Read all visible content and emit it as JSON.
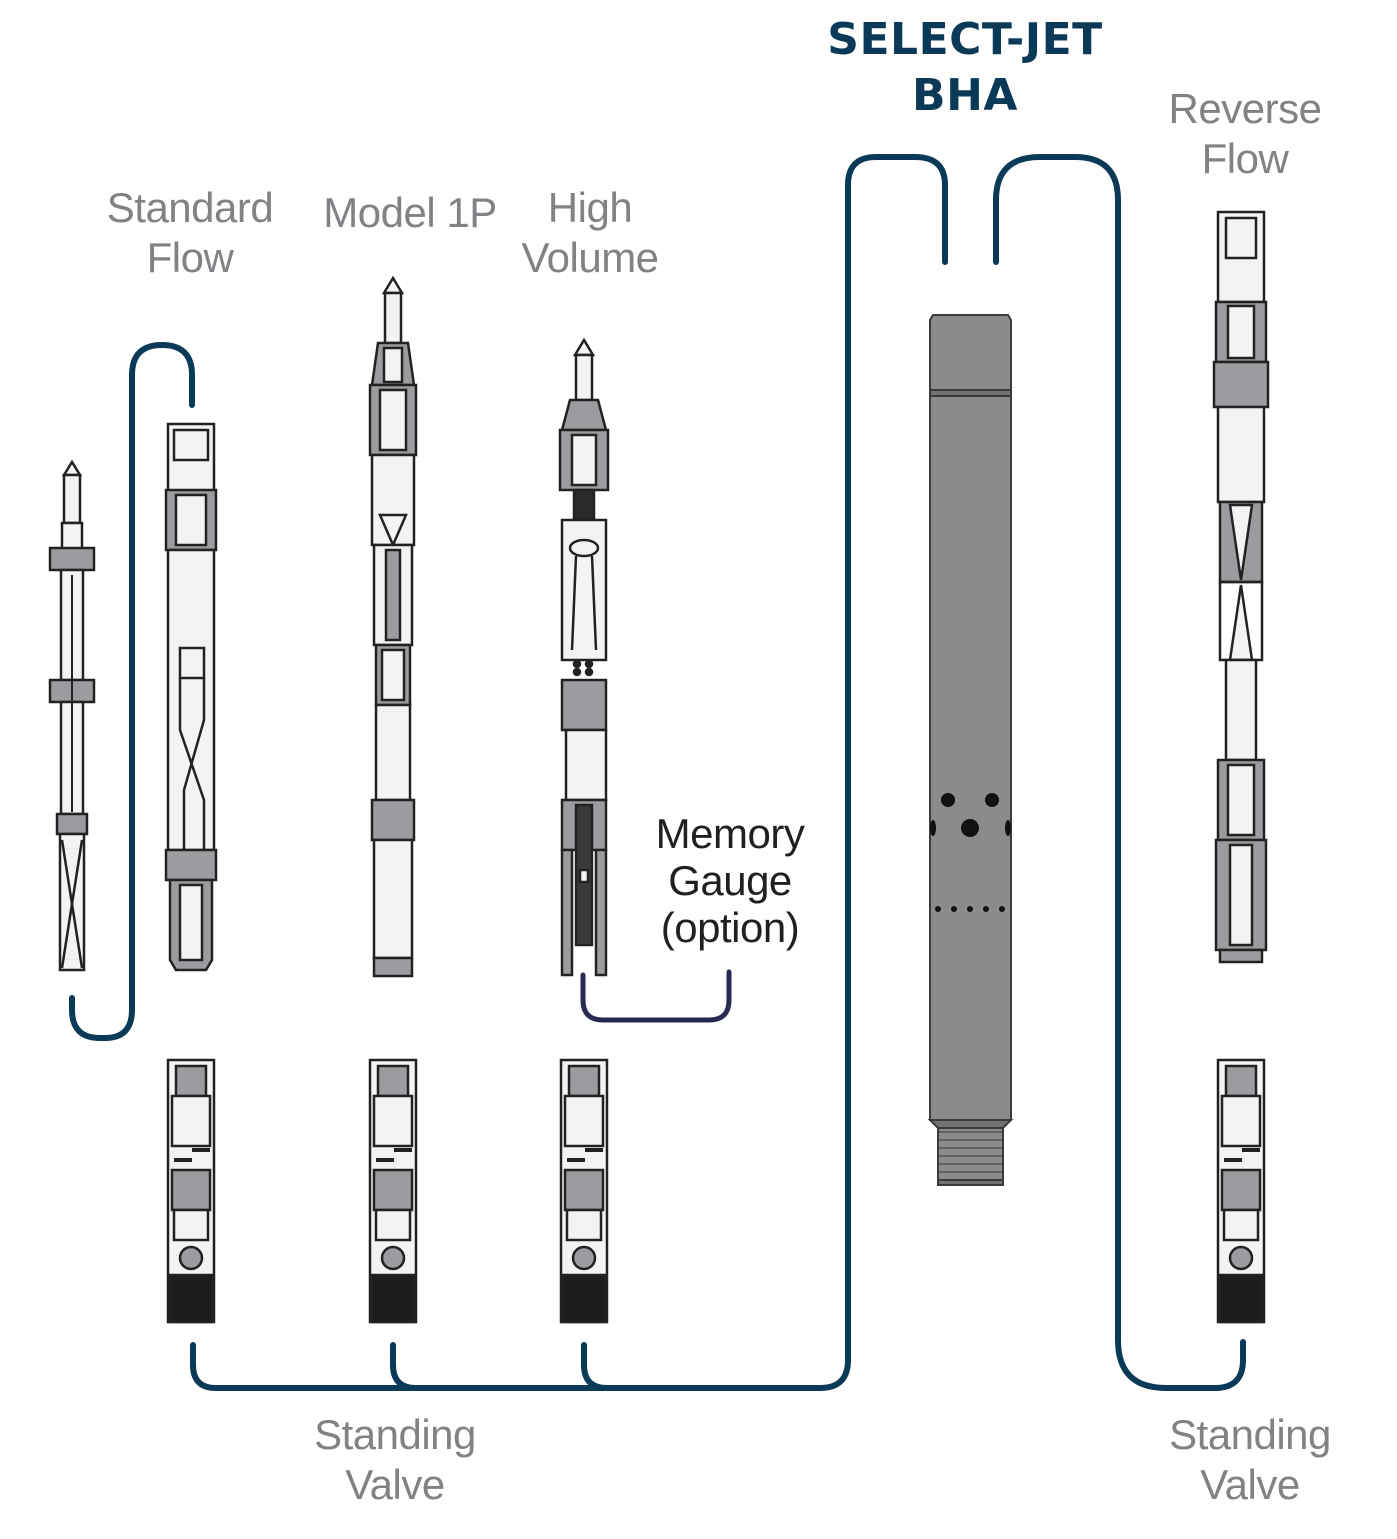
{
  "title": "SELECT-JET\nBHA",
  "labels": {
    "standard_flow": "Standard\nFlow",
    "model_1p": "Model 1P",
    "high_volume": "High\nVolume",
    "reverse_flow": "Reverse\nFlow",
    "memory_gauge": "Memory\nGauge\n(option)",
    "standing_valve_left": "Standing\nValve",
    "standing_valve_right": "Standing\nValve"
  },
  "colors": {
    "line": "#0b3a58",
    "gauge_bracket": "#262a55",
    "title": "#0b3a58",
    "label": "#808285",
    "tool_fill": "#f2f3f5",
    "tool_gray": "#9a9c9f",
    "bha_gray": "#8a8b8d"
  }
}
